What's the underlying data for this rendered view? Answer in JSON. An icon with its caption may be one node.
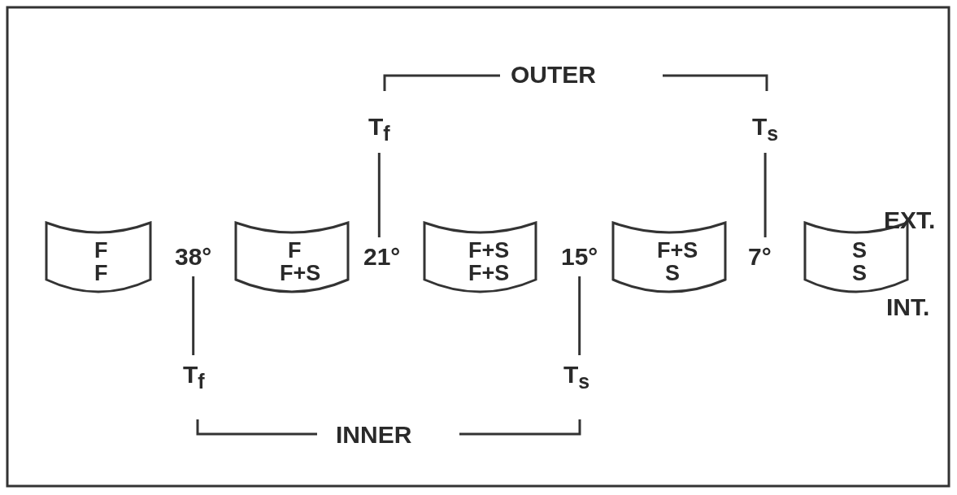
{
  "diagram": {
    "nodes": [
      {
        "text": [
          "T$_{f}$"
        ]
      },
      {
        "text": [
          "T$_{s}$"
        ]
      },
      {
        "text": [
          "F",
          "F"
        ]
      },
      {
        "text": [
          "38°"
        ]
      },
      {
        "text": [
          "F",
          "F+S"
        ]
      },
      {
        "text": [
          "21°"
        ]
      },
      {
        "text": [
          "F+S",
          "F+S"
        ]
      },
      {
        "text": [
          "15°"
        ]
      },
      {
        "text": [
          "F+S",
          "S"
        ]
      },
      {
        "text": [
          "7°"
        ]
      },
      {
        "text": [
          "S",
          "S"
        ]
      },
      {
        "text": [
          "T$_{f}$"
        ]
      },
      {
        "text": [
          "T$_{s}$"
        ]
      }
    ],
    "edges": [
      {
        "from": 0,
        "to": 5,
        "arrow": "none"
      },
      {
        "from": 1,
        "to": 9,
        "arrow": "none"
      },
      {
        "from": 3,
        "to": 11,
        "arrow": "none"
      },
      {
        "from": 7,
        "to": 12,
        "arrow": "none"
      }
    ],
    "labels": [
      "OUTER",
      "EXT.",
      "INT.",
      "INNER"
    ]
  }
}
